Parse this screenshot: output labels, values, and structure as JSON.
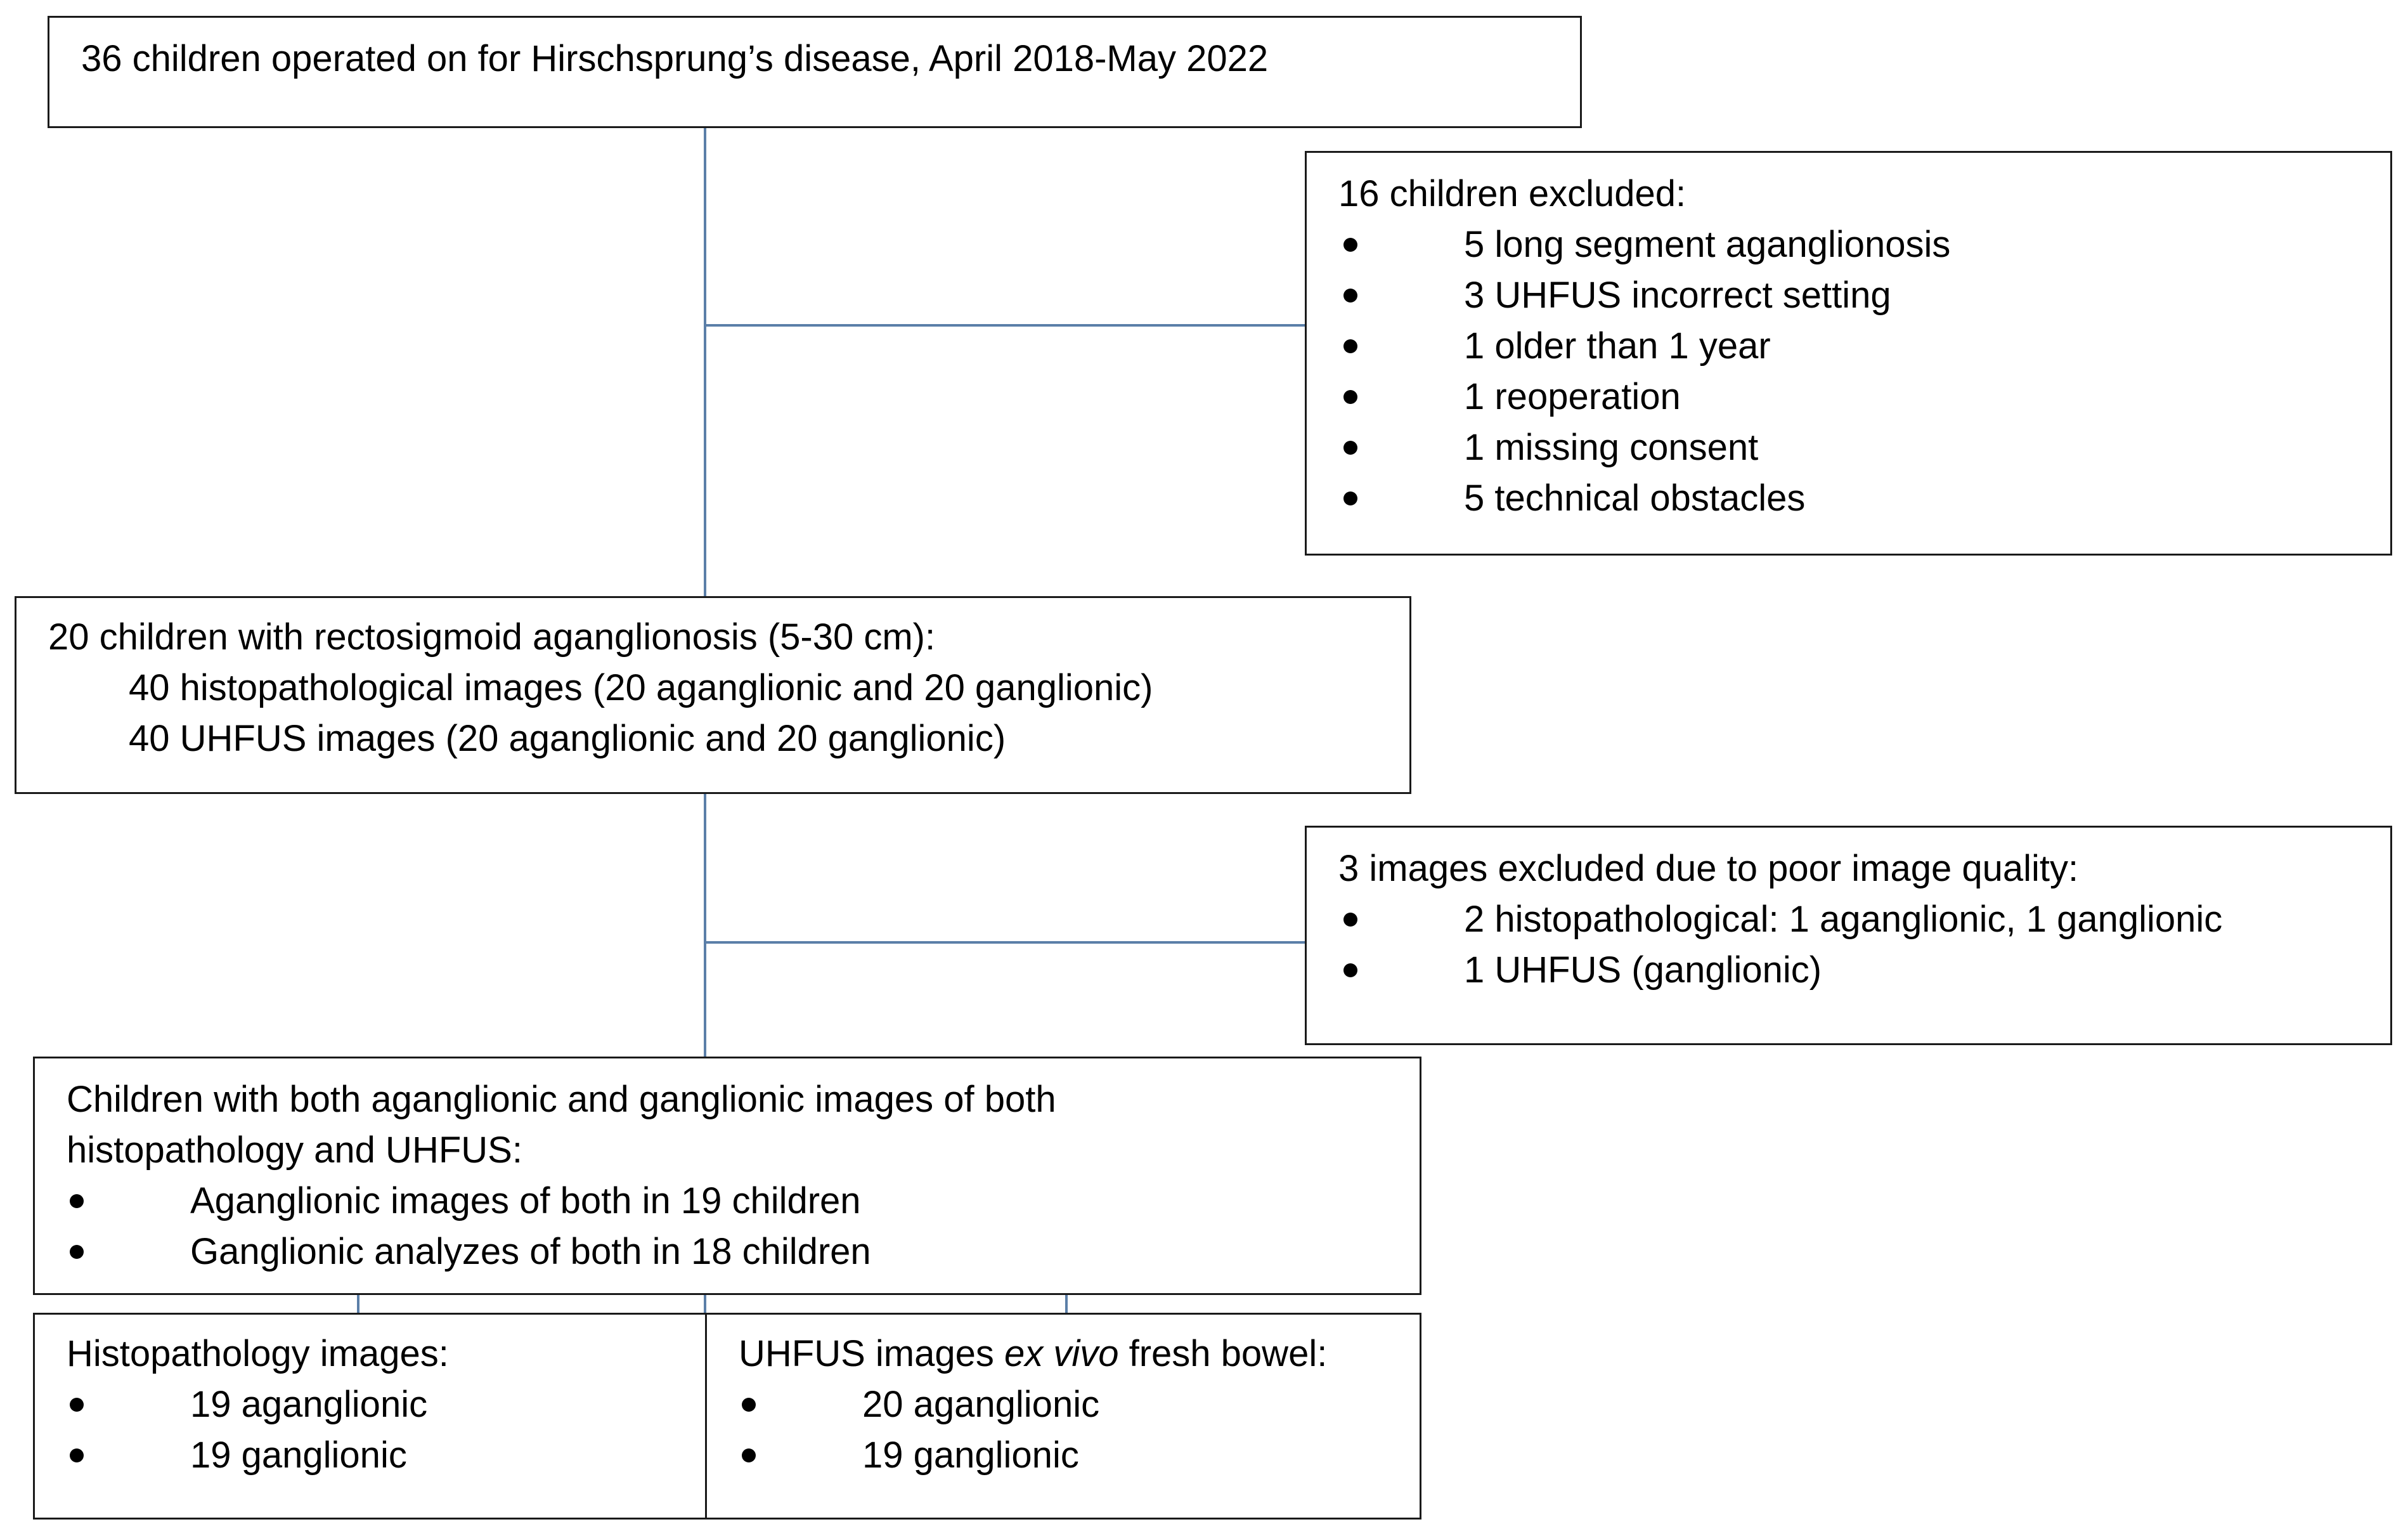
{
  "box1": {
    "text": "36 children operated on for Hirschsprung’s disease, April 2018-May 2022"
  },
  "excl1": {
    "title": "16 children excluded:",
    "items": [
      "5 long segment aganglionosis",
      "3 UHFUS incorrect setting",
      "1 older than 1 year",
      "1 reoperation",
      "1 missing consent",
      "5 technical obstacles"
    ]
  },
  "box2": {
    "title": "20 children with rectosigmoid aganglionosis (5-30 cm):",
    "lines": [
      "40 histopathological images (20 aganglionic and 20 ganglionic)",
      "40 UHFUS images (20 aganglionic and 20 ganglionic)"
    ]
  },
  "excl2": {
    "title": "3 images excluded due to poor image quality:",
    "items": [
      "2 histopathological: 1 aganglionic, 1 ganglionic",
      "1 UHFUS (ganglionic)"
    ]
  },
  "box3": {
    "title_line1": "Children with both aganglionic and ganglionic images of both",
    "title_line2": "histopathology and UHFUS:",
    "items": [
      "Aganglionic images of both in 19 children",
      "Ganglionic analyzes of both in 18 children"
    ]
  },
  "box4": {
    "title": "Histopathology images:",
    "items": [
      "19 aganglionic",
      "19 ganglionic"
    ]
  },
  "box5": {
    "title_pre": "UHFUS images ",
    "title_italic": "ex vivo",
    "title_post": " fresh bowel:",
    "items": [
      "20 aganglionic",
      "19 ganglionic"
    ]
  }
}
